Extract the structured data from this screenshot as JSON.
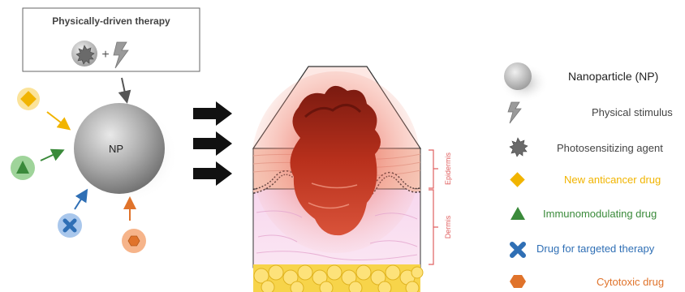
{
  "therapy_box": {
    "title": "Physically-driven therapy",
    "plus": "+"
  },
  "np_label": "NP",
  "skin_labels": {
    "epidermis": "Epidermis",
    "dermis": "Dermis"
  },
  "legend": [
    {
      "key": "np",
      "icon": "nanoparticle-icon",
      "label": "Nanoparticle (NP)",
      "color": "#222222"
    },
    {
      "key": "stimulus",
      "icon": "lightning-icon",
      "label": "Physical stimulus",
      "color": "#444444"
    },
    {
      "key": "photosensitizer",
      "icon": "photosensitizer-icon",
      "label": "Photosensitizing agent",
      "color": "#444444"
    },
    {
      "key": "anticancer",
      "icon": "diamond-icon",
      "label": "New anticancer drug",
      "color": "#f1b400"
    },
    {
      "key": "immuno",
      "icon": "triangle-icon",
      "label": "Immunomodulating drug",
      "color": "#3a8a3a"
    },
    {
      "key": "targeted",
      "icon": "cross-icon",
      "label": "Drug for targeted therapy",
      "color": "#2f6fb5"
    },
    {
      "key": "cytotoxic",
      "icon": "hexagon-icon",
      "label": "Cytotoxic drug",
      "color": "#e0732b"
    }
  ],
  "colors": {
    "accent_red": "#e06060",
    "anticancer": "#f1b400",
    "immuno": "#3a8a3a",
    "targeted": "#2f6fb5",
    "cytotoxic": "#e0732b"
  }
}
